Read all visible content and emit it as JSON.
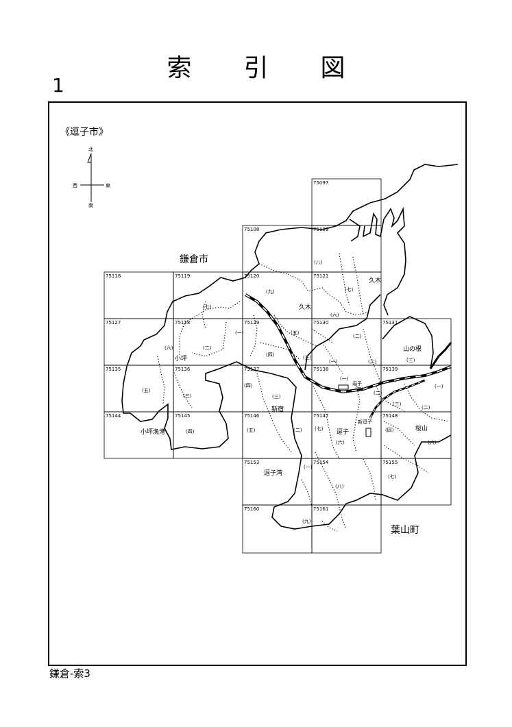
{
  "title_chars": [
    "索",
    "引",
    "図"
  ],
  "page_number": "1",
  "footer": "鎌倉-索3",
  "city_label": "《逗子市》",
  "compass": {
    "north": "北",
    "south": "南",
    "east": "東",
    "west": "西"
  },
  "neighbor_labels": {
    "kamakura": "鎌倉市",
    "hayama": "葉山町"
  },
  "place_labels": {
    "kuki1": "久木",
    "kuki2": "久木",
    "yamanone": "山の根",
    "kotsubo": "小坪",
    "shinjuku": "新宿",
    "zushi": "逗子",
    "sakurayama": "桜山",
    "kotsubo_port": "小坪漁港",
    "zushi_bay": "逗子湾"
  },
  "station_labels": {
    "zushi_st": "逗子",
    "shinzushi_st": "新逗子"
  },
  "grid_codes": {
    "r0c3": "75097",
    "r1c2": "75108",
    "r1c3": "75109",
    "r2c0": "75118",
    "r2c1": "75119",
    "r2c2": "75120",
    "r2c3": "75121",
    "r3c0": "75127",
    "r3c1": "75128",
    "r3c2": "75129",
    "r3c3": "75130",
    "r3c4": "75131",
    "r4c0": "75135",
    "r4c1": "75136",
    "r4c2": "75137",
    "r4c3": "75138",
    "r4c4": "75139",
    "r5c0": "75144",
    "r5c1": "75145",
    "r5c2": "75146",
    "r5c3": "75147",
    "r5c4": "75148",
    "r6c2": "75153",
    "r6c3": "75154",
    "r6c4": "75155",
    "r7c2": "75160",
    "r7c3": "75161"
  },
  "subdivisions": {
    "s1": "(八)",
    "s2": "(九)",
    "s3": "(七)",
    "s4": "(六)",
    "s5": "(七)",
    "s6": "(一)",
    "s7": "(五)",
    "s8": "(二)",
    "s9": "(六)",
    "s10": "(二)",
    "s11": "(四)",
    "s12": "(三)",
    "s13": "(一)",
    "s14": "(二)",
    "s15": "(三)",
    "s16": "(五)",
    "s17": "(三)",
    "s18": "(四)",
    "s19": "(三)",
    "s20": "(一)",
    "s21": "(五)",
    "s22": "(二)",
    "s23": "(三)",
    "s24": "(一)",
    "s25": "(二)",
    "s26": "(五)",
    "s27": "(四)",
    "s28": "(二)",
    "s29": "(七)",
    "s30": "(六)",
    "s31": "(四)",
    "s32": "(六)",
    "s33": "(一)",
    "s34": "(八)",
    "s35": "(七)",
    "s36": "(九)"
  }
}
